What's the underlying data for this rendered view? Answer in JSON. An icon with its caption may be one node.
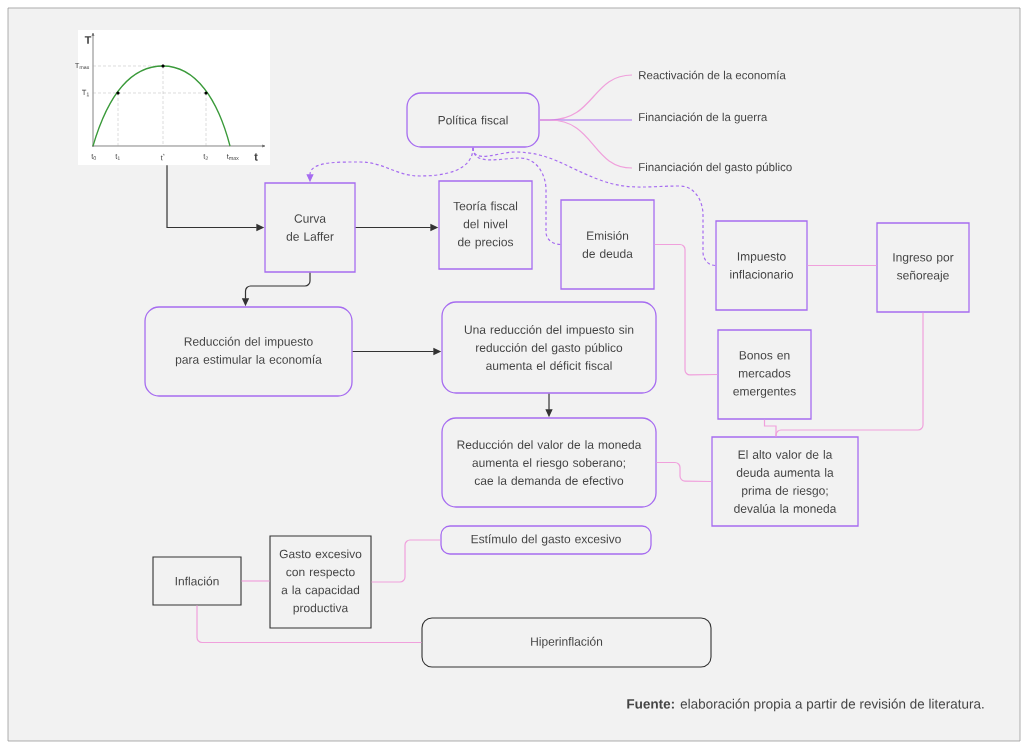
{
  "diagram": {
    "caption": "**Fuente:** elaboración propia a partir de revisión de literatura.",
    "nodes": [
      {
        "text": [],
        "shape": "picture"
      },
      {
        "text": [
          "Política fiscal"
        ]
      },
      {
        "text": [
          "Reactivación de la economía"
        ]
      },
      {
        "text": [
          "Financiación de la guerra"
        ]
      },
      {
        "text": [
          "Financiación del gasto público"
        ]
      },
      {
        "text": [
          "Curva de Laffer"
        ]
      },
      {
        "text": [
          "Teoría fiscal del nivel de precios"
        ]
      },
      {
        "text": [
          "Emisión de deuda"
        ]
      },
      {
        "text": [
          "Impuesto inflacionario"
        ]
      },
      {
        "text": [
          "Ingreso por señoreaje"
        ]
      },
      {
        "text": [
          "Reducción del impuesto para estimular la economía"
        ]
      },
      {
        "text": [
          "Una reducción del impuesto sin reducción del gasto público aumenta el déficit fiscal"
        ]
      },
      {
        "text": [
          "Bonos en mercados emergentes"
        ]
      },
      {
        "text": [
          "Reducción del valor de la moneda aumenta el riesgo soberano; cae la demanda de efectivo"
        ]
      },
      {
        "text": [
          "El alto valor de la deuda aumenta la prima de riesgo; devalúa la moneda"
        ]
      },
      {
        "text": [
          "Inflación"
        ]
      },
      {
        "text": [
          "Gasto excesivo con respecto a la capacidad productiva"
        ]
      },
      {
        "text": [
          "Estímulo del gasto excesivo"
        ]
      },
      {
        "text": [
          "Hiperinflación"
        ]
      }
    ],
    "edges": [
      {
        "from": 0,
        "to": 5,
        "arrow": "to",
        "color": "#333333"
      },
      {
        "from": 5,
        "to": 6,
        "arrow": "to",
        "color": "#333333"
      },
      {
        "from": 5,
        "to": 10,
        "arrow": "to",
        "color": "#333333"
      },
      {
        "from": 10,
        "to": 11,
        "arrow": "to",
        "color": "#333333"
      },
      {
        "from": 11,
        "to": 13,
        "arrow": "to",
        "color": "#333333"
      },
      {
        "from": 1,
        "to": 2,
        "arrow": "none"
      },
      {
        "from": 1,
        "to": 3,
        "arrow": "none",
        "color": "#a66cf0"
      },
      {
        "from": 1,
        "to": 4,
        "arrow": "none"
      },
      {
        "from": 1,
        "to": 5,
        "arrow": "to",
        "style": "dashed",
        "color": "#a66cf0"
      },
      {
        "from": 1,
        "to": 7,
        "arrow": "none",
        "style": "dashed",
        "color": "#a66cf0"
      },
      {
        "from": 1,
        "to": 8,
        "arrow": "none",
        "style": "dashed",
        "color": "#a66cf0"
      },
      {
        "from": 7,
        "to": 12,
        "arrow": "none"
      },
      {
        "from": 8,
        "to": 9,
        "arrow": "none"
      },
      {
        "from": 9,
        "to": 14,
        "arrow": "none"
      },
      {
        "from": 12,
        "to": 14,
        "arrow": "none"
      },
      {
        "from": 13,
        "to": 14,
        "arrow": "none"
      },
      {
        "from": 15,
        "to": 16,
        "arrow": "none"
      },
      {
        "from": 16,
        "to": 17,
        "arrow": "none"
      },
      {
        "from": 15,
        "to": 18,
        "arrow": "none"
      }
    ],
    "labels": [
      "T",
      "T$_{max}$",
      "T$_{1}$",
      "t$_{0}$",
      "t$_{1}$",
      "t$^{*}$",
      "t$_{2}$",
      "t$_{max}$",
      "t"
    ]
  }
}
